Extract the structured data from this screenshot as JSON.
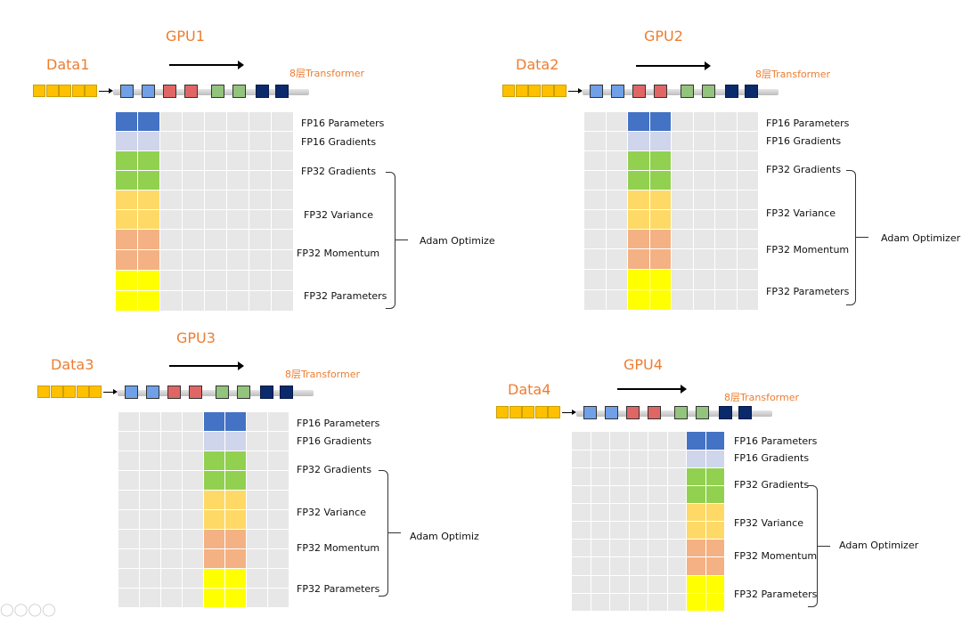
{
  "panels": [
    {
      "gpu": "GPU1",
      "data": "Data1",
      "transformer": "8层Transformer",
      "adam": "Adam Optimize",
      "shard": 0
    },
    {
      "gpu": "GPU2",
      "data": "Data2",
      "transformer": "8层Transformer",
      "adam": "Adam Optimizer",
      "shard": 1
    },
    {
      "gpu": "GPU3",
      "data": "Data3",
      "transformer": "8层Transformer",
      "adam": "Adam Optimiz",
      "shard": 2
    },
    {
      "gpu": "GPU4",
      "data": "Data4",
      "transformer": "8层Transformer",
      "adam": "Adam Optimizer",
      "shard": 3
    }
  ],
  "rows": [
    {
      "label": "FP16 Parameters",
      "color": "#4472C4",
      "cells": 1
    },
    {
      "label": "FP16 Gradients",
      "color": "#CFD5EA",
      "cells": 1
    },
    {
      "label": "FP32 Gradients",
      "color": "#92D050",
      "cells": 2
    },
    {
      "label": "FP32 Variance",
      "color": "#FFD966",
      "cells": 2
    },
    {
      "label": "FP32 Momentum",
      "color": "#F4B183",
      "cells": 2
    },
    {
      "label": "FP32 Parameters",
      "color": "#FFFF00",
      "cells": 2
    }
  ],
  "layer_colors": [
    "#6FA0E8",
    "#6FA0E8",
    "#E06666",
    "#E06666",
    "#93C47D",
    "#93C47D",
    "#0B2A6B",
    "#0B2A6B"
  ],
  "data_block_color": "#FFC000",
  "grid_color": "#E7E7E7",
  "watermark": "◯◯◯◯"
}
